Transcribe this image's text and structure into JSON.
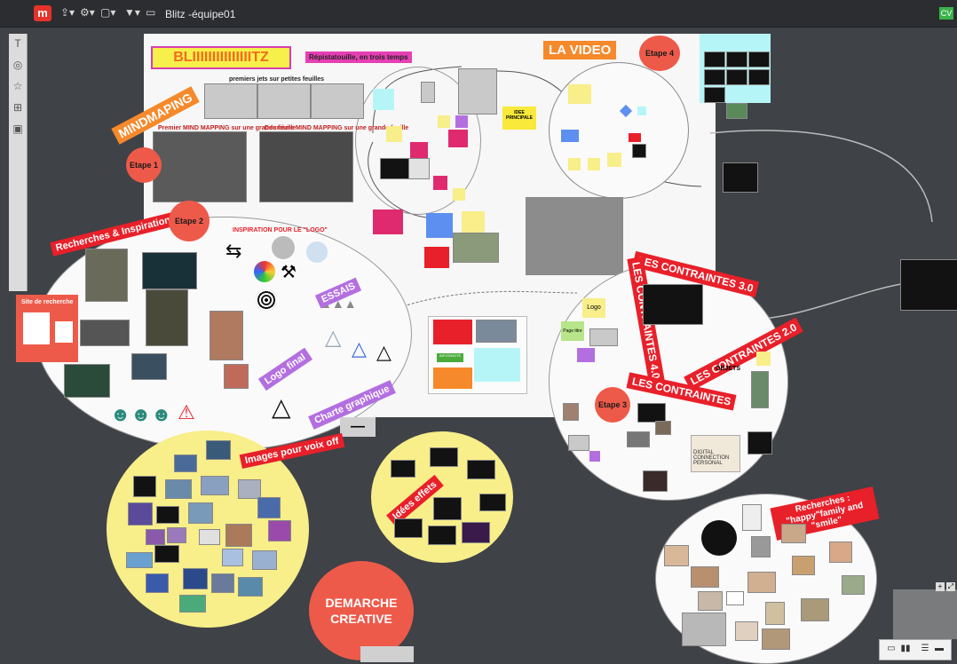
{
  "topbar": {
    "logo": "m",
    "board_title": "Blitz -équipe01",
    "avatar": "CV",
    "icons": [
      "share-icon",
      "settings-icon",
      "template-icon",
      "filter-icon",
      "present-icon"
    ]
  },
  "leftbar": {
    "icons": [
      "text-icon",
      "shapes-icon",
      "star-icon",
      "grid-icon",
      "image-icon"
    ]
  },
  "board": {
    "blitz_title": "BLIIIIIIIIIIIIIIITZ",
    "subtitle": "Répistatouille, en trois temps",
    "mindmaping": "MINDMAPING",
    "premiers_jets": "premiers jets sur petites feuilles",
    "premier_mind": "Premier MIND MAPPING sur une grande feuille",
    "deuxieme_mind": "Deuxième MIND MAPPING sur une grande feuille",
    "la_video": "LA VIDEO",
    "etape1": "Etape 1",
    "etape2": "Etape 2",
    "etape3": "Etape 3",
    "etape4": "Etape 4",
    "recherches_inspirations": "Recherches & Inspirations",
    "inspiration_logo": "INSPIRATION POUR LE \"LOGO\"",
    "site_recherche": "Site de recherche",
    "essais": "ESSAIS",
    "logo_final": "Logo final",
    "charte_graphique": "Charte graphique",
    "images_voix_off": "Images pour voix off",
    "idees_effets": "Idées effets",
    "demarche": "DEMARCHE CREATIVE",
    "contraintes_30": "LES CONTRAINTES 3.0",
    "contraintes_40": "LES CONTRAINTES 4.0",
    "contraintes_20": "LES CONTRAINTES 2.0",
    "objets": "OBJETS",
    "les_contraintes": "LES CONTRAINTES",
    "recherches_happy": "Recherches : \"happy\"family and \"smile\"",
    "idee_principale": "IDEE PRINCIPALE",
    "logo_label": "Logo",
    "page_titre": "Page titre",
    "minus": "—",
    "digital_connection": "DIGITAL CONNECTION PERSONAL",
    "infos": "INFOS/NOTE"
  },
  "bottom_tools": [
    "fit-icon",
    "cards-icon",
    "list-icon",
    "chat-icon"
  ],
  "colors": {
    "accent_red": "#e8202a",
    "salmon": "#ee5a4a",
    "yellow": "#f8ee8a",
    "orange": "#f5892b",
    "purple": "#b36fe0",
    "cyan": "#b6f5f7",
    "background": "#3f4247"
  }
}
